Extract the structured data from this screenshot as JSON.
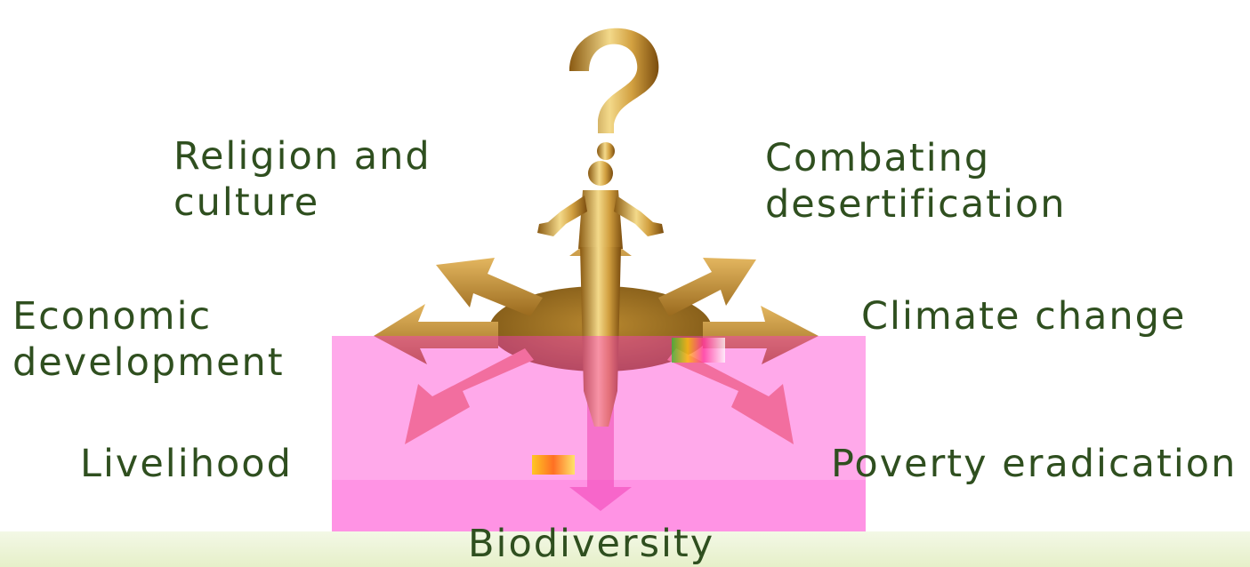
{
  "labels": {
    "religion": [
      "Religion and",
      "culture"
    ],
    "combating": [
      "Combating",
      "desertification"
    ],
    "economic": [
      "Economic",
      "development"
    ],
    "climate": "Climate change",
    "livelihood": "Livelihood",
    "poverty": "Poverty eradication",
    "biodiversity": "Biodiversity"
  },
  "colors": {
    "text": "#2f4f1f",
    "gold": "#c9952f",
    "gold_light": "#f0d27a",
    "overlay": "#ff33cc",
    "footer": "#e6f0c9"
  },
  "icons": {
    "figure": "question-mark-person-icon",
    "compass": "direction-arrows-icon"
  }
}
